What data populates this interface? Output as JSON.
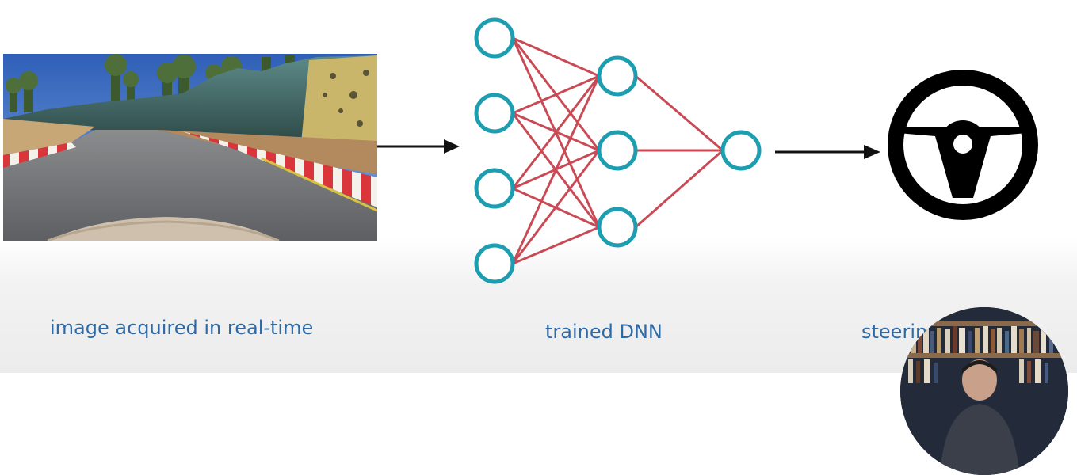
{
  "colors": {
    "caption_text": "#2e6aa8",
    "node_stroke": "#1c9eb0",
    "edge_stroke": "#c94a55",
    "arrow": "#111111",
    "wheel": "#000000"
  },
  "diagram": {
    "input_label": "image acquired in real-time",
    "model_label": "trained DNN",
    "output_label": "steering angle",
    "network": {
      "layers": [
        4,
        3,
        1
      ]
    },
    "input_icon": "road-camera-image",
    "output_icon": "steering-wheel-icon"
  },
  "webcam": {
    "icon": "presenter-webcam"
  }
}
